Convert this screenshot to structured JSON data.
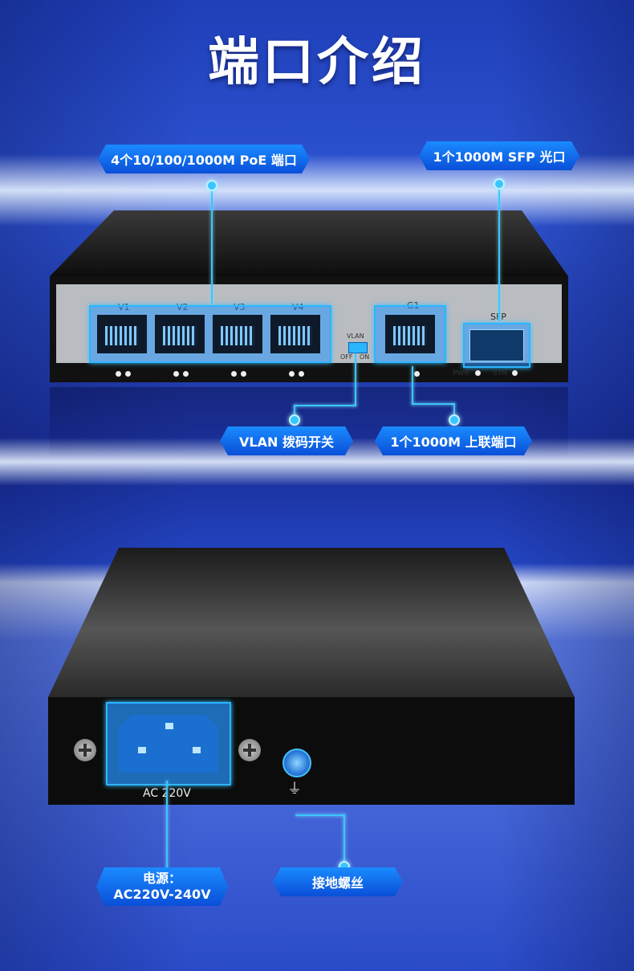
{
  "title": "端口介绍",
  "callouts": {
    "poe_ports": "4个10/100/1000M PoE 端口",
    "sfp_port": "1个1000M SFP 光口",
    "vlan_switch": "VLAN 拨码开关",
    "uplink_port": "1个1000M 上联端口",
    "power_line1": "电源：",
    "power_line2": "AC220V-240V",
    "ground_screw": "接地螺丝"
  },
  "front_panel": {
    "port_labels": [
      "V1",
      "V2",
      "V3",
      "V4"
    ],
    "uplink_label": "G1",
    "sfp_label": "SFP",
    "vlan_label": "VLAN",
    "vlan_off": "OFF",
    "vlan_on": "ON",
    "pwr_label": "PWR",
    "syn_label": "SYN"
  },
  "rear_panel": {
    "ac_label": "AC 220V"
  },
  "colors": {
    "accent": "#2ab6ff",
    "callout_bg": "#0b55dd",
    "background": "#2446c4"
  }
}
